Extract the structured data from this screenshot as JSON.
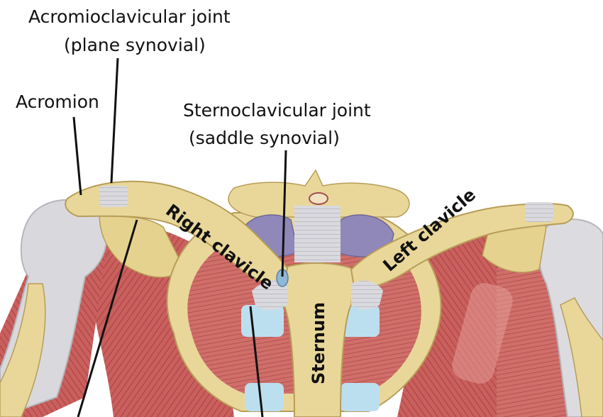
{
  "labels": {
    "acromioclavicular_joint": {
      "line1": "Acromioclavicular joint",
      "line2": "(plane synovial)"
    },
    "acromion": "Acromion",
    "sternoclavicular_joint": {
      "line1": "Sternoclavicular joint",
      "line2": "(saddle synovial)"
    },
    "right_clavicle": "Right clavicle",
    "left_clavicle": "Left clavicle",
    "sternum": "Sternum"
  },
  "colors": {
    "bone": "#e9d79a",
    "bone_edge": "#b79d58",
    "cartilage": "#bcdff0",
    "muscle": "#c9605e",
    "muscle_light": "#e39c95",
    "ligament": "#d8d8dc",
    "cavity": "#8f88b8",
    "leader_line": "#111111"
  }
}
